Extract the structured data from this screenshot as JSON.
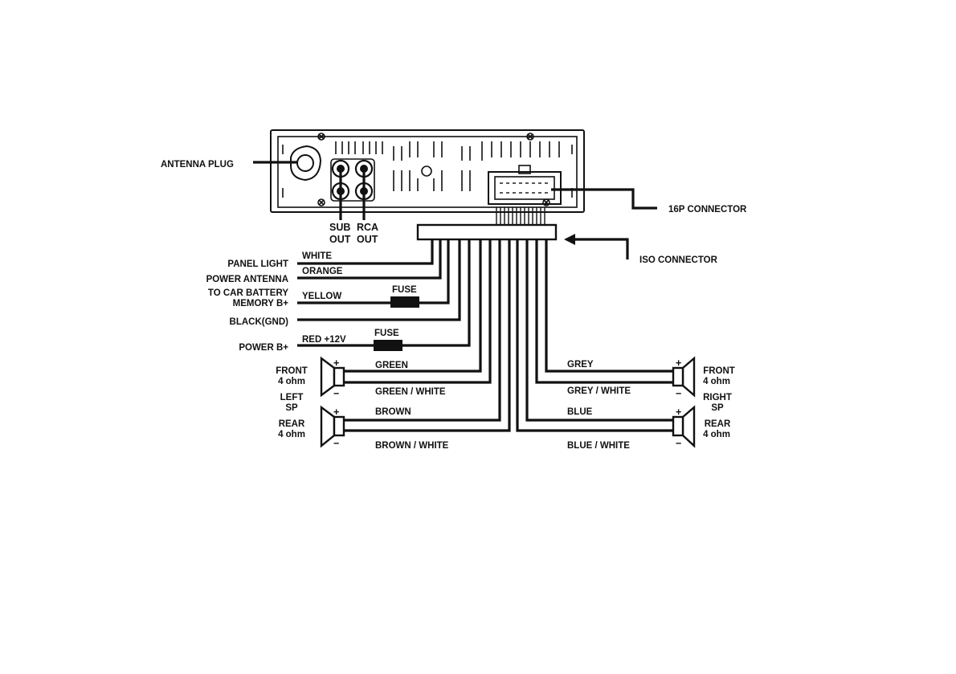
{
  "labels": {
    "antenna_plug": "ANTENNA PLUG",
    "sub_out_1": "SUB",
    "sub_out_2": "OUT",
    "rca_out_1": "RCA",
    "rca_out_2": "OUT",
    "connector_16p": "16P CONNECTOR",
    "iso_connector": "ISO CONNECTOR",
    "panel_light": "PANEL LIGHT",
    "power_antenna": "POWER ANTENNA",
    "to_car_battery_1": "TO CAR BATTERY",
    "to_car_battery_2": "MEMORY B+",
    "black_gnd": "BLACK(GND)",
    "power_b": "POWER B+",
    "front_left_1": "FRONT",
    "front_left_2": "4 ohm",
    "left_sp_1": "LEFT",
    "left_sp_2": "SP",
    "rear_left_1": "REAR",
    "rear_left_2": "4 ohm",
    "front_right_1": "FRONT",
    "front_right_2": "4 ohm",
    "right_sp_1": "RIGHT",
    "right_sp_2": "SP",
    "rear_right_1": "REAR",
    "rear_right_2": "4 ohm",
    "fuse_1": "FUSE",
    "fuse_2": "FUSE",
    "plus": "+",
    "minus": "−"
  },
  "wires": {
    "white": "WHITE",
    "orange": "ORANGE",
    "yellow": "YELLOW",
    "red": "RED +12V",
    "green": "GREEN",
    "green_white": "GREEN / WHITE",
    "brown": "BROWN",
    "brown_white": "BROWN / WHITE",
    "grey": "GREY",
    "grey_white": "GREY / WHITE",
    "blue": "BLUE",
    "blue_white": "BLUE / WHITE"
  }
}
